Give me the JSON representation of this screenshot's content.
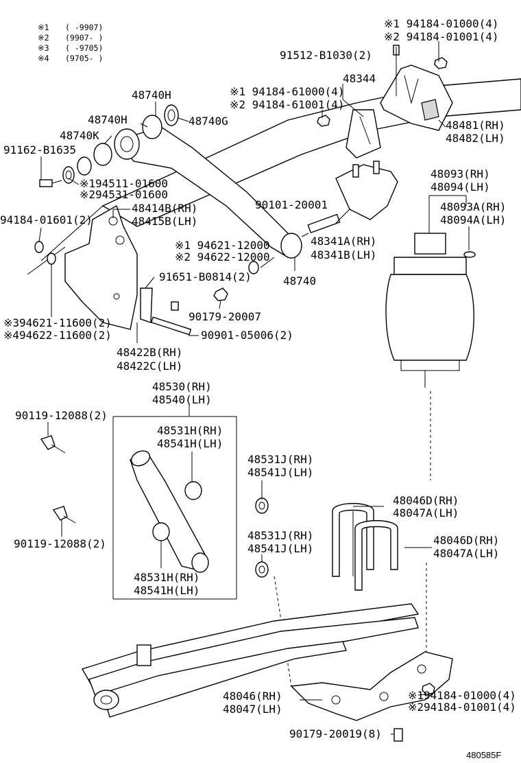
{
  "legend": [
    {
      "mark": "※1",
      "range": "(      -9907)"
    },
    {
      "mark": "※2",
      "range": "(9907-      )"
    },
    {
      "mark": "※3",
      "range": "(      -9705)"
    },
    {
      "mark": "※4",
      "range": "(9705-      )"
    }
  ],
  "labels": {
    "l_94184_01000_top": "※1 94184-01000(4)",
    "l_94184_01001_top": "※2 94184-01001(4)",
    "l_91512": "91512-B1030(2)",
    "l_48344": "48344",
    "l_48740h_1": "48740H",
    "l_94184_61000": "※1 94184-61000(4)",
    "l_94184_61001": "※2 94184-61001(4)",
    "l_48740h_2": "48740H",
    "l_48740g": "48740G",
    "l_48481": "48481(RH)",
    "l_48482": "48482(LH)",
    "l_48740k": "48740K",
    "l_91162": "91162-B1635",
    "l_94511": "※194511-01600",
    "l_94531": "※294531-01600",
    "l_48093": "48093(RH)",
    "l_48094": "48094(LH)",
    "l_48093a": "48093A(RH)",
    "l_48094a": "48094A(LH)",
    "l_48414b": "48414B(RH)",
    "l_48415b": "48415B(LH)",
    "l_90101": "90101-20001",
    "l_94184_01601": "94184-01601(2)",
    "l_48341a": "48341A(RH)",
    "l_48341b": "48341B(LH)",
    "l_94621_12000": "※1 94621-12000",
    "l_94622_12000": "※2 94622-12000",
    "l_48740": "48740",
    "l_91651": "91651-B0814(2)",
    "l_90179_20007": "90179-20007",
    "l_94621_11600": "※394621-11600(2)",
    "l_94622_11600": "※494622-11600(2)",
    "l_90901": "90901-05006(2)",
    "l_48422b": "48422B(RH)",
    "l_48422c": "48422C(LH)",
    "l_48530": "48530(RH)",
    "l_48540": "48540(LH)",
    "l_90119_a": "90119-12088(2)",
    "l_48531h_a": "48531H(RH)",
    "l_48541h_a": "48541H(LH)",
    "l_48531j_a": "48531J(RH)",
    "l_48541j_a": "48541J(LH)",
    "l_48046d_a": "48046D(RH)",
    "l_48047a_a": "48047A(LH)",
    "l_90119_b": "90119-12088(2)",
    "l_48531j_b": "48531J(RH)",
    "l_48541j_b": "48541J(LH)",
    "l_48046d_b": "48046D(RH)",
    "l_48047a_b": "48047A(LH)",
    "l_48531h_b": "48531H(RH)",
    "l_48541h_b": "48541H(LH)",
    "l_48046": "48046(RH)",
    "l_48047": "48047(LH)",
    "l_94184_01000_bot": "※194184-01000(4)",
    "l_94184_01001_bot": "※294184-01001(4)",
    "l_90179_20019": "90179-20019(8)",
    "ref": "480585F"
  }
}
